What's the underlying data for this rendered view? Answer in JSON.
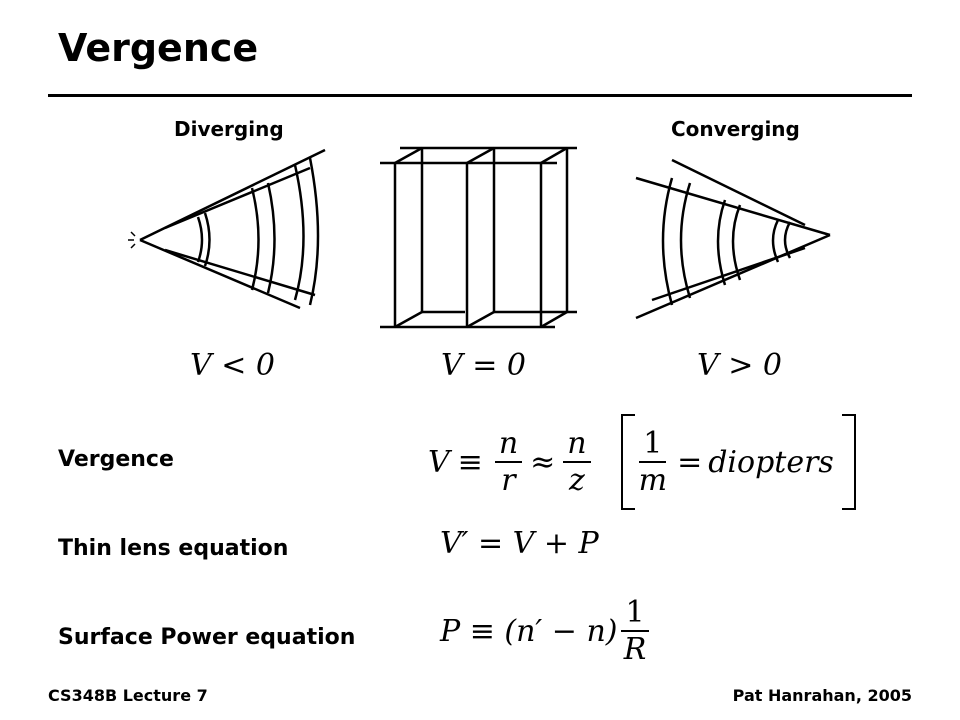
{
  "title": "Vergence",
  "diagram": {
    "diverging": "Diverging",
    "converging": "Converging",
    "v_neg": "V < 0",
    "v_zero": "V = 0",
    "v_pos": "V > 0"
  },
  "equations": [
    {
      "label": "Vergence",
      "V": "V",
      "equiv": "≡",
      "n1": "n",
      "r": "r",
      "approx": "≈",
      "n2": "n",
      "z": "z",
      "one": "1",
      "m": "m",
      "eq": "=",
      "diopters": "diopters"
    },
    {
      "label": "Thin lens equation",
      "formula": "V′ = V + P"
    },
    {
      "label": "Surface Power equation",
      "lhs": "P ≡ (n′ − n)",
      "num": "1",
      "den": "R"
    }
  ],
  "footer": {
    "left": "CS348B Lecture 7",
    "right": "Pat Hanrahan, 2005"
  }
}
